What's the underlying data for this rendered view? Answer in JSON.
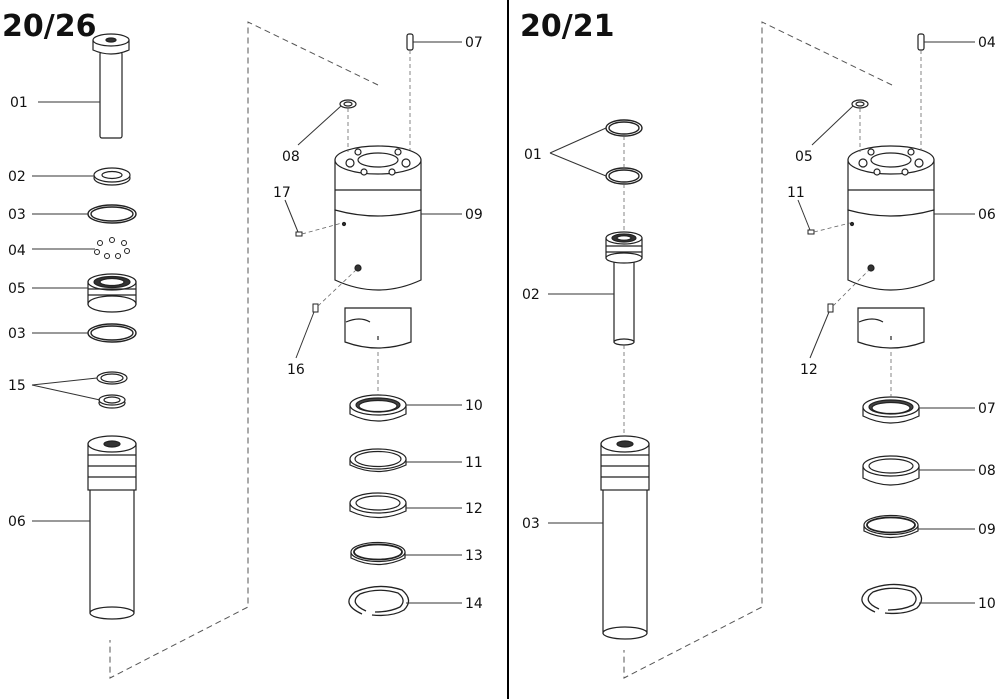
{
  "left_panel": {
    "title": "20/26",
    "labels": [
      "01",
      "02",
      "03",
      "04",
      "05",
      "03",
      "15",
      "06",
      "07",
      "08",
      "17",
      "09",
      "16",
      "10",
      "11",
      "12",
      "13",
      "14"
    ]
  },
  "right_panel": {
    "title": "20/21",
    "labels": [
      "01",
      "02",
      "03",
      "04",
      "05",
      "11",
      "06",
      "12",
      "07",
      "08",
      "09",
      "10"
    ]
  }
}
